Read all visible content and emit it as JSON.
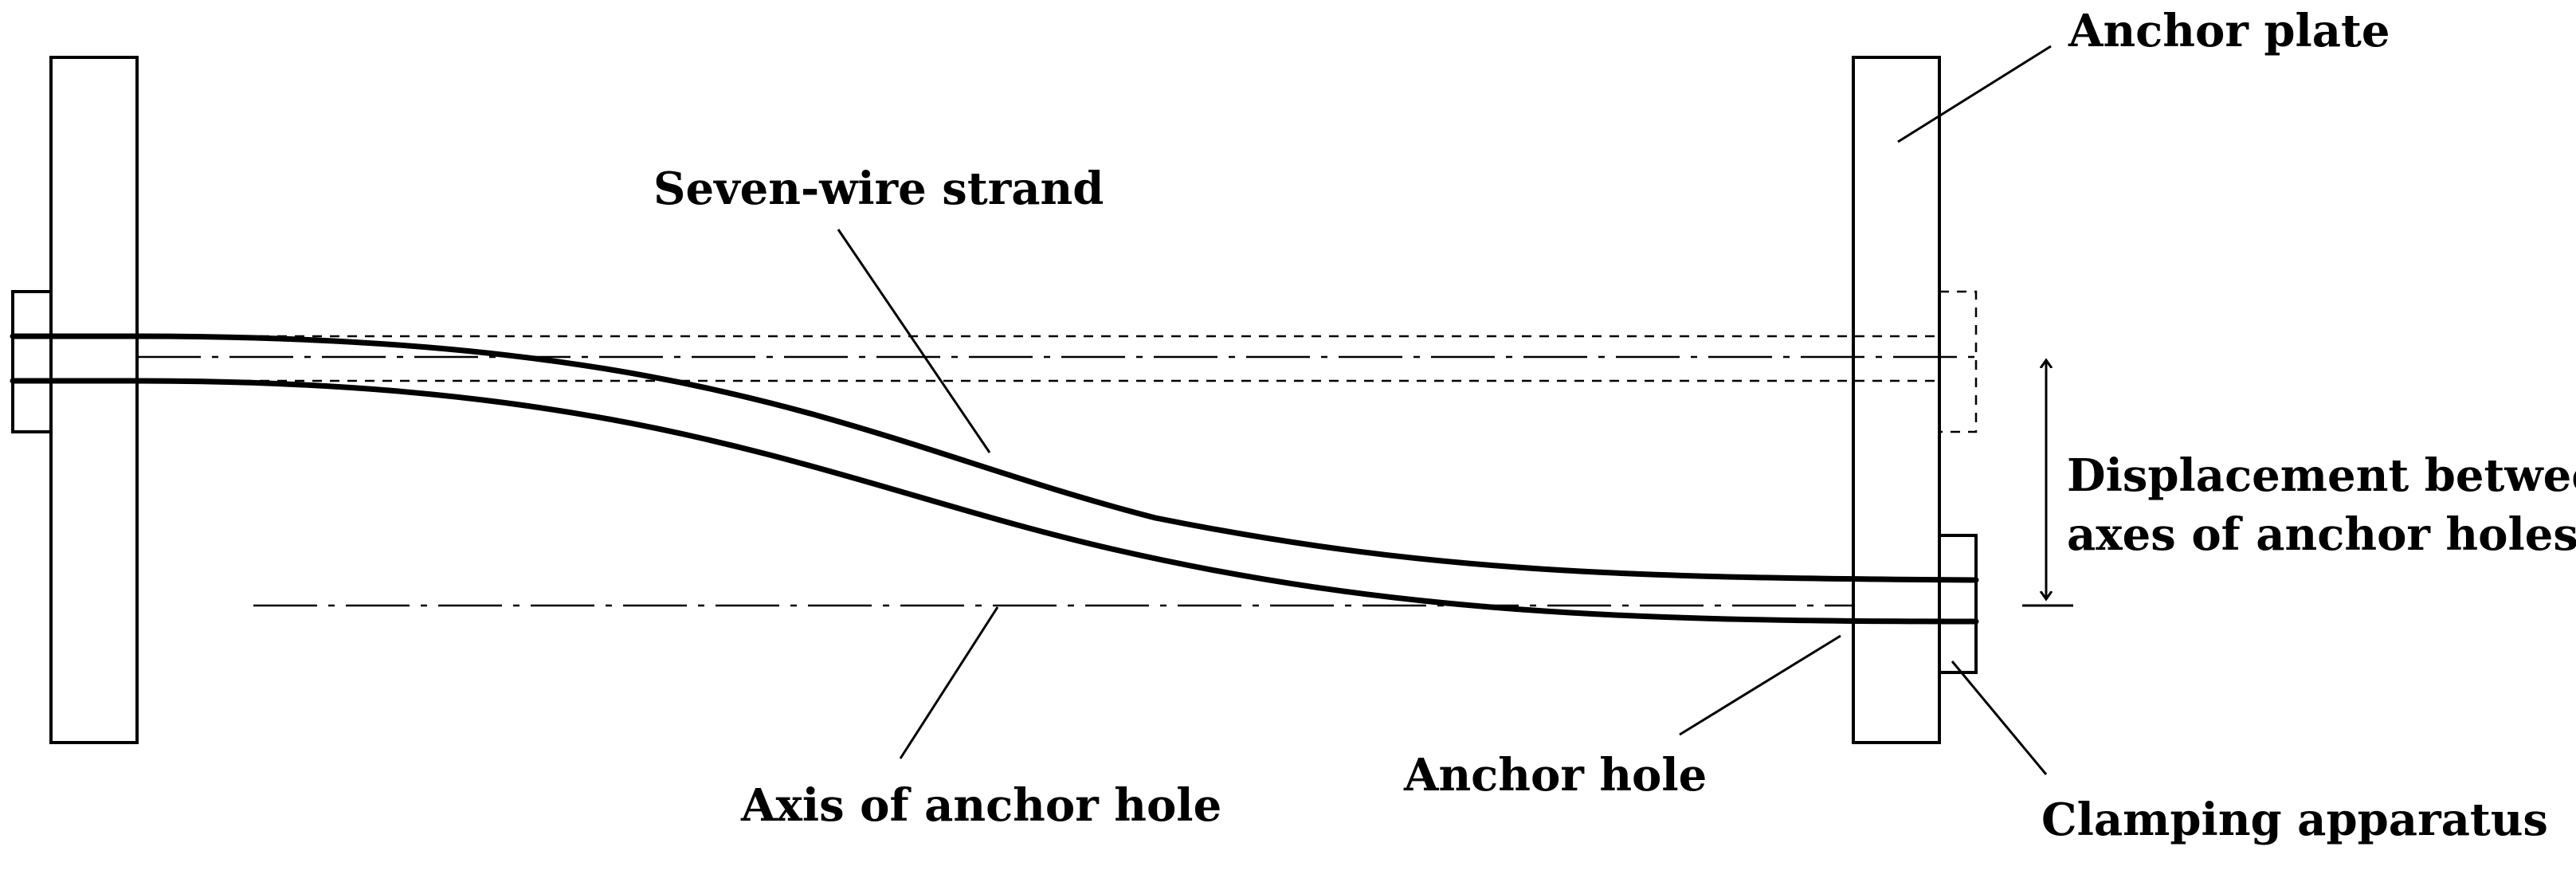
{
  "labels": {
    "anchor_plate": "Anchor plate",
    "seven_wire_strand": "Seven-wire strand",
    "displacement_line1": "Displacement between",
    "displacement_line2": "axes of anchor holes",
    "axis_of_anchor_hole": "Axis of anchor hole",
    "anchor_hole": "Anchor hole",
    "clamping_apparatus": "Clamping apparatus"
  }
}
